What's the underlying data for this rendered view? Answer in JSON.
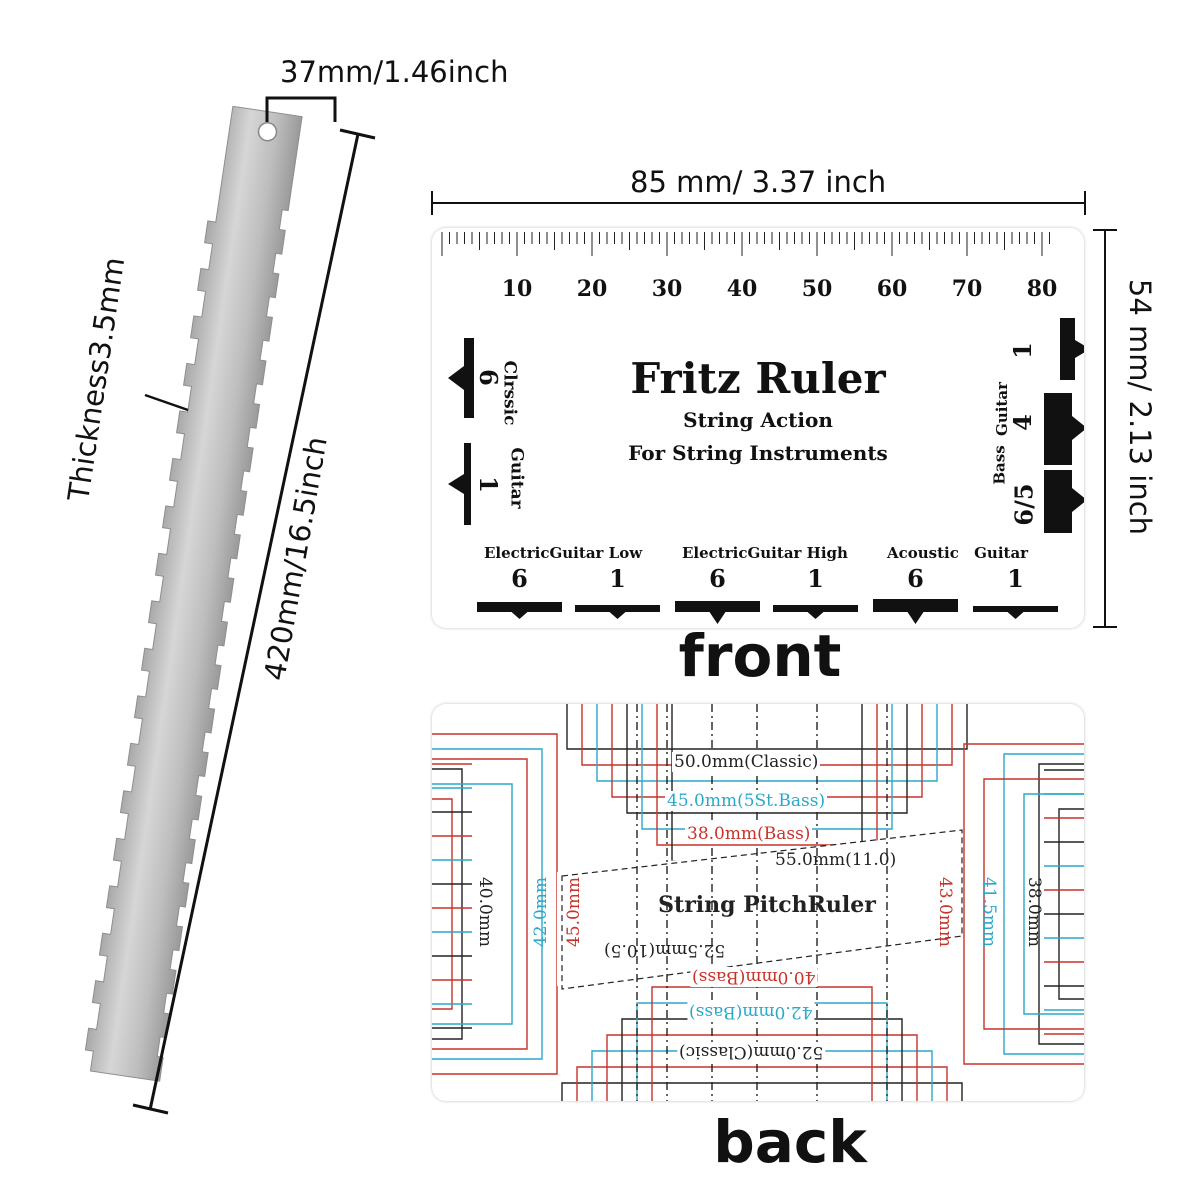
{
  "straightedge": {
    "width_label": "37mm/1.46inch",
    "thickness_label": "Thickness3.5mm",
    "length_label": "420mm/16.5inch"
  },
  "front_card": {
    "width_label": "85 mm/ 3.37 inch",
    "height_label": "54 mm/ 2.13 inch",
    "ruler_numbers": [
      "10",
      "20",
      "30",
      "40",
      "50",
      "60",
      "70",
      "80"
    ],
    "title": "Fritz Ruler",
    "subtitle1": "String Action",
    "subtitle2": "For String Instruments",
    "classic_label1": "Clrssic",
    "classic_label2": "Guitar",
    "classic_num_top": "6",
    "classic_num_bottom": "1",
    "bass_label1": "Bass",
    "bass_label2": "Guitar",
    "bass_num1": "1",
    "bass_num2": "4",
    "bass_num3": "6/5",
    "elec_low_label": "ElectricGuitar Low",
    "elec_high_label": "ElectricGuitar High",
    "acoustic_label": "Acoustic Guitar",
    "bottom_nums": [
      "6",
      "1",
      "6",
      "1",
      "6",
      "1"
    ],
    "caption": "front"
  },
  "back_card": {
    "title": "String PitchRuler",
    "m_50_classic": "50.0mm(Classic)",
    "m_45_5stbass": "45.0mm(5St.Bass)",
    "m_38_bass": "38.0mm(Bass)",
    "m_55": "55.0mm(11.0)",
    "m_40": "40.0mm",
    "m_42": "42.0mm",
    "m_45": "45.0mm",
    "m_43": "43.0mm",
    "m_415": "41.5mm",
    "m_38": "38.0mm",
    "m_525": "52.5mm(10.5)",
    "m_40bass": "40.0mm(Bass)",
    "m_42bass": "42.0mm(Bass)",
    "m_52classic": "52.0mm(Classic)",
    "caption": "back",
    "colors": {
      "red": "#c8322a",
      "cyan": "#29a9c9",
      "black": "#222222"
    }
  }
}
